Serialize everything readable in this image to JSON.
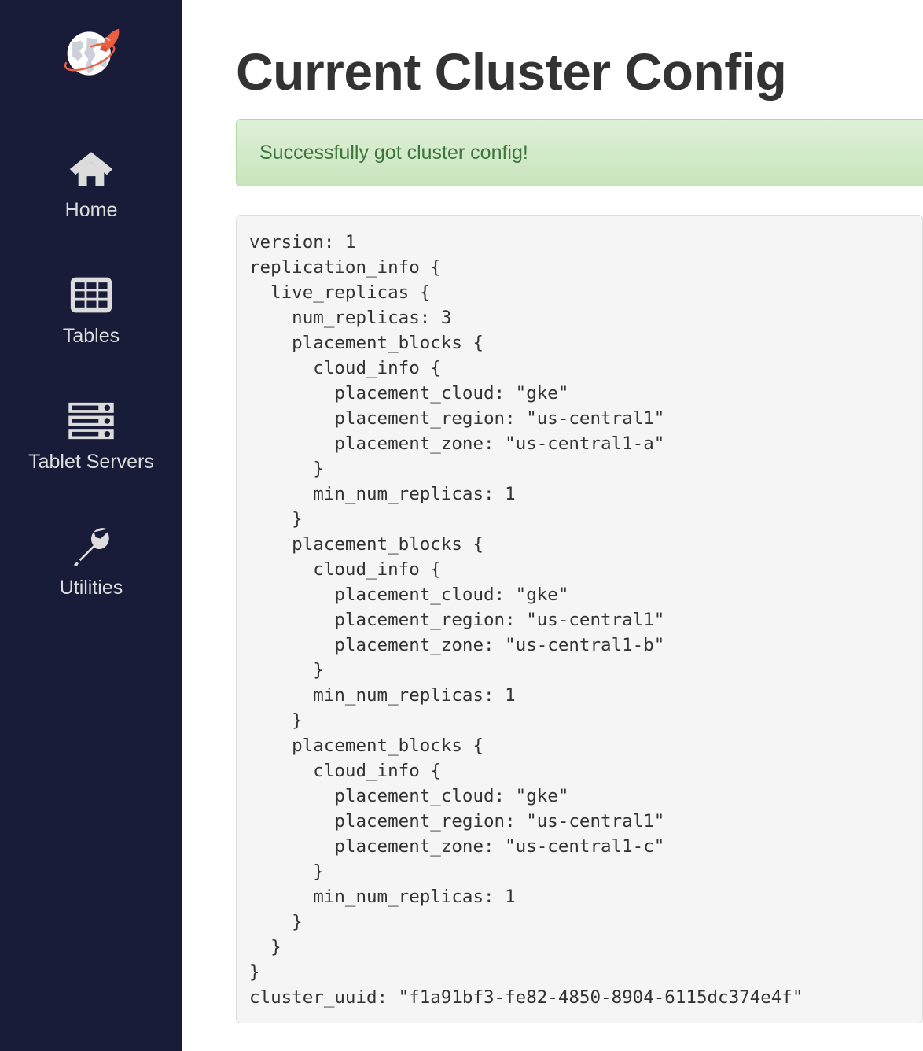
{
  "sidebar": {
    "logo": {
      "name": "yugabyte-rocket-globe-logo",
      "alt": "Rocket orbiting globe logo"
    },
    "items": [
      {
        "id": "home",
        "label": "Home",
        "icon": "home-icon"
      },
      {
        "id": "tables",
        "label": "Tables",
        "icon": "table-grid-icon"
      },
      {
        "id": "tablet-servers",
        "label": "Tablet Servers",
        "icon": "server-stack-icon"
      },
      {
        "id": "utilities",
        "label": "Utilities",
        "icon": "wrench-icon"
      }
    ]
  },
  "main": {
    "title": "Current Cluster Config",
    "alert": {
      "message": "Successfully got cluster config!",
      "type": "success"
    },
    "config_text": "version: 1\nreplication_info {\n  live_replicas {\n    num_replicas: 3\n    placement_blocks {\n      cloud_info {\n        placement_cloud: \"gke\"\n        placement_region: \"us-central1\"\n        placement_zone: \"us-central1-a\"\n      }\n      min_num_replicas: 1\n    }\n    placement_blocks {\n      cloud_info {\n        placement_cloud: \"gke\"\n        placement_region: \"us-central1\"\n        placement_zone: \"us-central1-b\"\n      }\n      min_num_replicas: 1\n    }\n    placement_blocks {\n      cloud_info {\n        placement_cloud: \"gke\"\n        placement_region: \"us-central1\"\n        placement_zone: \"us-central1-c\"\n      }\n      min_num_replicas: 1\n    }\n  }\n}\ncluster_uuid: \"f1a91bf3-fe82-4850-8904-6115dc374e4f\"",
    "config_values": {
      "version": 1,
      "num_replicas": 3,
      "cluster_uuid": "f1a91bf3-fe82-4850-8904-6115dc374e4f",
      "placement_blocks": [
        {
          "placement_cloud": "gke",
          "placement_region": "us-central1",
          "placement_zone": "us-central1-a",
          "min_num_replicas": 1
        },
        {
          "placement_cloud": "gke",
          "placement_region": "us-central1",
          "placement_zone": "us-central1-b",
          "min_num_replicas": 1
        },
        {
          "placement_cloud": "gke",
          "placement_region": "us-central1",
          "placement_zone": "us-central1-c",
          "min_num_replicas": 1
        }
      ]
    }
  },
  "colors": {
    "sidebar_bg": "#191c38",
    "sidebar_text": "#dcdcdc",
    "title_text": "#333333",
    "alert_bg_top": "#dff0d8",
    "alert_bg_bottom": "#c8e5bc",
    "alert_border": "#b2dba1",
    "alert_text": "#3c763d",
    "code_bg": "#f5f5f5",
    "code_border": "#dcdcdc",
    "code_text": "#333333",
    "logo_accent": "#eb5f41"
  }
}
